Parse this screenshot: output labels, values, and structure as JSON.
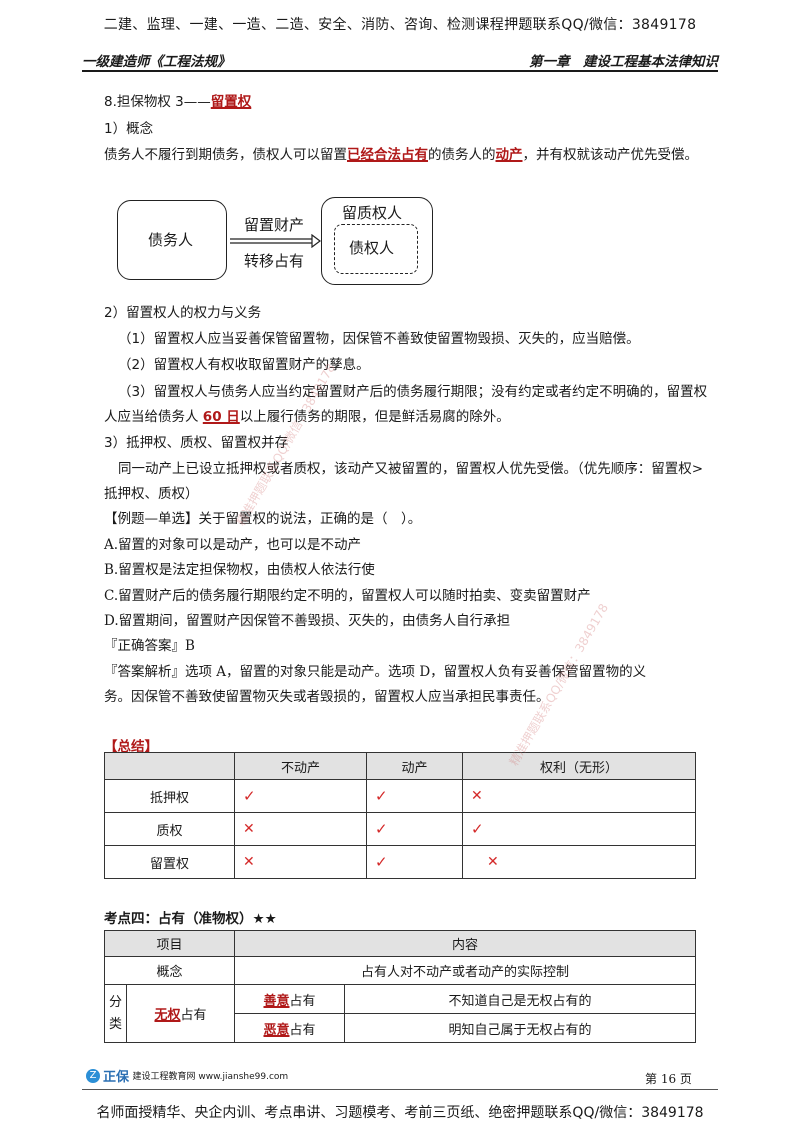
{
  "top_banner": "二建、监理、一建、一造、二造、安全、消防、咨询、检测课程押题联系QQ/微信：3849178",
  "header": {
    "left": "一级建造师《工程法规》",
    "right": "第一章　建设工程基本法律知识"
  },
  "sec8": {
    "prefix": "8.担保物权 3——",
    "highlight": "留置权"
  },
  "concept_title": "1）概念",
  "concept_text": {
    "p1": "债务人不履行到期债务，债权人可以留置",
    "h1": "已经合法占有",
    "p2": "的债务人的",
    "h2": "动产",
    "p3": "，并有权就该动产优先受偿。"
  },
  "diagram": {
    "debtor": "债务人",
    "arrow_top": "留置财产",
    "arrow_bottom": "转移占有",
    "outer": "留质权人",
    "inner": "债权人"
  },
  "rights_title": "2）留置权人的权力与义务",
  "rights": [
    "（1）留置权人应当妥善保管留置物，因保管不善致使留置物毁损、灭失的，应当赔偿。",
    "（2）留置权人有权收取留置财产的孳息。"
  ],
  "rights3": {
    "l1": "（3）留置权人与债务人应当约定留置财产后的债务履行期限；没有约定或者约定不明确的，留置权",
    "p1": "人应当给债务人 ",
    "h": "60 日",
    "p2": "以上履行债务的期限，但是鲜活易腐的除外。"
  },
  "coexist_title": "3）抵押权、质权、留置权并存",
  "coexist_text": {
    "l1": "同一动产上已设立抵押权或者质权，该动产又被留置的，留置权人优先受偿。（优先顺序：留置权>",
    "l2": "抵押权、质权）"
  },
  "example": {
    "question": "【例题—单选】关于留置权的说法，正确的是（　）。",
    "options": [
      "A.留置的对象可以是动产，也可以是不动产",
      "B.留置权是法定担保物权，由债权人依法行使",
      "C.留置财产后的债务履行期限约定不明的，留置权人可以随时拍卖、变卖留置财产",
      "D.留置期间，留置财产因保管不善毁损、灭失的，由债务人自行承担"
    ],
    "answer": "『正确答案』B",
    "analysis_l1": "『答案解析』选项 A，留置的对象只能是动产。选项 D，留置权人负有妥善保管留置物的义",
    "analysis_l2": "务。因保管不善致使留置物灭失或者毁损的，留置权人应当承担民事责任。"
  },
  "summary": {
    "title": "【总结】",
    "headers": [
      "",
      "不动产",
      "动产",
      "权利（无形）"
    ],
    "rows": [
      {
        "label": "抵押权",
        "marks": [
          "check",
          "check",
          "x"
        ]
      },
      {
        "label": "质权",
        "marks": [
          "x",
          "check",
          "check"
        ]
      },
      {
        "label": "留置权",
        "marks": [
          "x",
          "check",
          "x"
        ]
      }
    ],
    "check_glyph": "✓",
    "x_glyph": "✕"
  },
  "kaodian": {
    "title": "考点四：占有（准物权）★★",
    "h_item": "项目",
    "h_content": "内容",
    "concept_label": "概念",
    "concept_value": "占有人对不动产或者动产的实际控制",
    "class_label": "分类",
    "wuquan_h": "无权",
    "wuquan_p": "占有",
    "good_h": "善意",
    "good_p": "占有",
    "good_desc": "不知道自己是无权占有的",
    "bad_h": "恶意",
    "bad_p": "占有",
    "bad_desc": "明知自己属于无权占有的"
  },
  "watermark": "精准押题联系QQ/微信：3849178",
  "footer": {
    "badge": "Z",
    "brand": "正保",
    "sub": "建设工程教育网 www.jianshe99.com",
    "page": "第 16 页",
    "bottom_banner": "名师面授精华、央企内训、考点串讲、习题模考、考前三页纸、绝密押题联系QQ/微信：3849178"
  },
  "colors": {
    "accent_red": "#b01919",
    "header_gray": "#e2e2e2",
    "brand_blue": "#2b6fb3"
  }
}
